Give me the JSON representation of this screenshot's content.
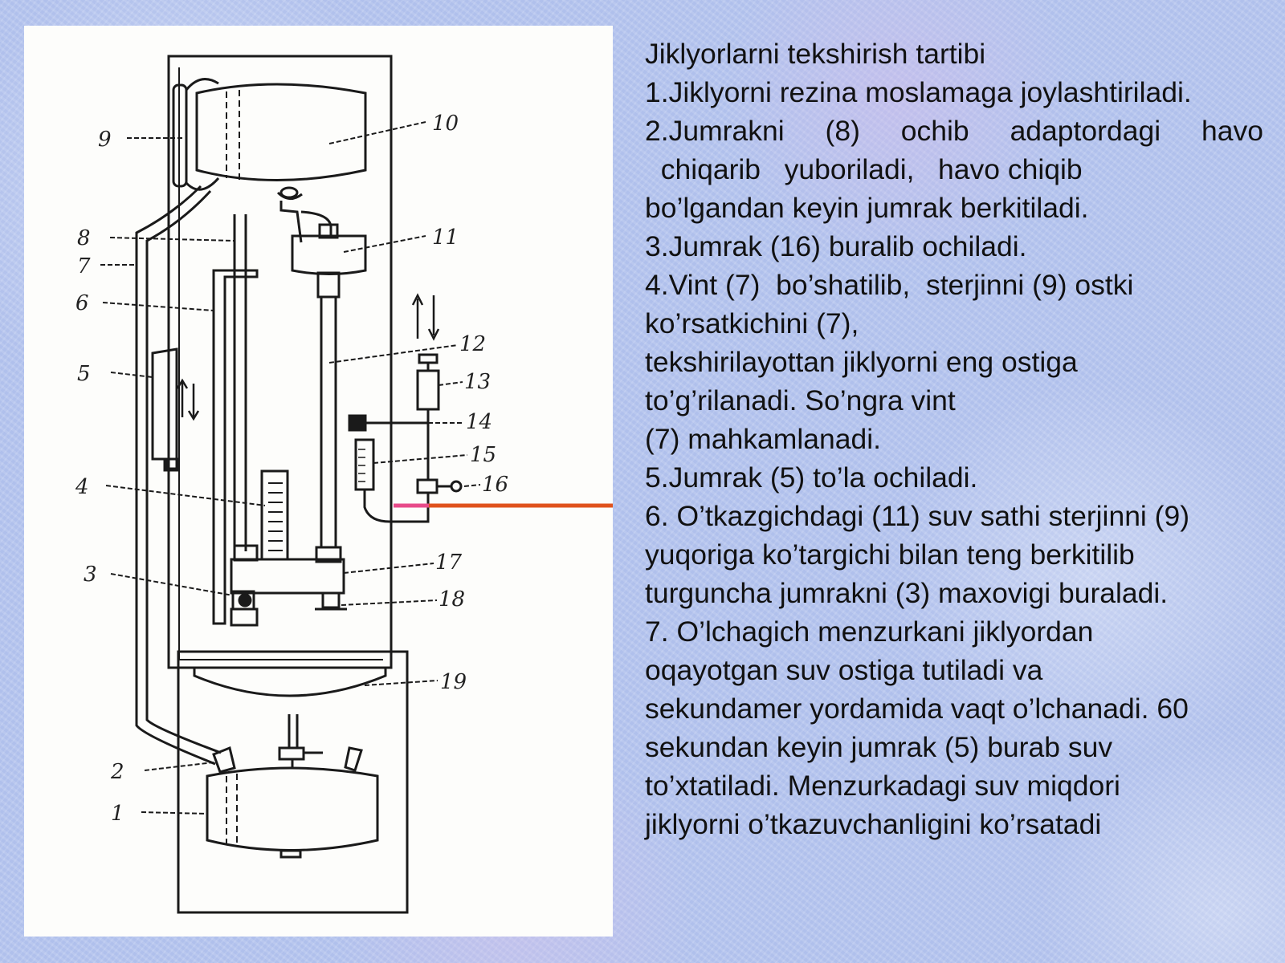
{
  "text": {
    "title": "Jiklyorlarni tekshirish tartibi",
    "steps": [
      "1.Jiklyorni rezina moslamaga joylashtiriladi.",
      "2.Jumrakni (8) ochib adaptordagi havo chiqarib yuboriladi, havo chiqib bo’lgandan keyin jumrak berkitiladi.",
      "3.Jumrak (16) buralib ochiladi.",
      "4.Vint (7) bo’shatilib, sterjinni (9) ostki ko’rsatkichini (7), tekshirilayottan jiklyorni eng ostiga to’g’rilanadi. So’ngra vint (7) mahkamlanadi.",
      "5.Jumrak (5) to’la ochiladi.",
      "6. O’tkazgichdagi (11) suv sathi sterjinni (9) yuqoriga ko’targichi bilan teng berkitilib turguncha jumrakni (3) maxovigi buraladi.",
      "7. O’lchagich menzurkani jiklyordan oqayotgan suv ostiga tutiladi va sekundamer yordamida vaqt o’lchanadi. 60 sekundan keyin jumrak (5) burab suv to’xtatiladi. Menzurkadagi suv miqdori jiklyorni o’tkazuvchanligini ko’rsatadi"
    ],
    "lines": [
      "Jiklyorlarni tekshirish tartibi",
      "1.Jiklyorni rezina moslamaga joylashtiriladi.",
      [
        "2.Jumrakni",
        "(8)",
        "ochib",
        "adaptordagi",
        "havo"
      ],
      "  chiqarib   yuboriladi,   havo chiqib",
      "bo’lgandan keyin jumrak berkitiladi.",
      "3.Jumrak (16) buralib ochiladi.",
      "4.Vint (7)  bo’shatilib,  sterjinni (9) ostki",
      "ko’rsatkichini (7),",
      "tekshirilayottan jiklyorni eng ostiga",
      "to’g’rilanadi. So’ngra vint",
      "(7) mahkamlanadi.",
      "5.Jumrak (5) to’la ochiladi.",
      "6. O’tkazgichdagi (11) suv sathi sterjinni (9)",
      "yuqoriga ko’targichi bilan teng berkitilib",
      "turguncha jumrakni (3) maxovigi buraladi.",
      "7. O’lchagich menzurkani jiklyordan",
      "oqayotgan suv ostiga tutiladi va",
      "sekundamer yordamida vaqt o’lchanadi. 60",
      "sekundan keyin jumrak (5) burab suv",
      "to’xtatiladi. Menzurkadagi suv miqdori",
      "jiklyorni o’tkazuvchanligini ko’rsatadi"
    ]
  },
  "diagram": {
    "labels": [
      "1",
      "2",
      "3",
      "4",
      "5",
      "6",
      "7",
      "8",
      "9",
      "10",
      "11",
      "12",
      "13",
      "14",
      "15",
      "16",
      "17",
      "18",
      "19"
    ],
    "colors": {
      "pointer_line": "#e0521c",
      "pointer_start": "#e84a8a",
      "ink": "#1a1a1a",
      "paper": "#fdfdfb",
      "background": "#b7c6ef"
    }
  }
}
